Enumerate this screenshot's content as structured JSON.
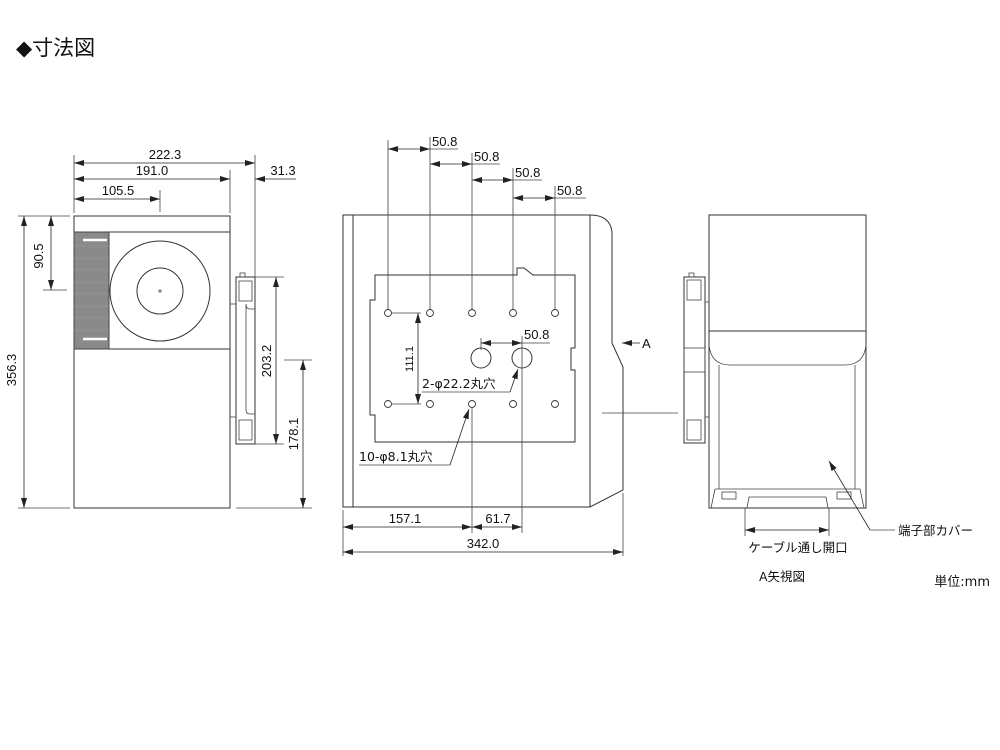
{
  "title": "◆寸法図",
  "side_view": {
    "dim_width_total": "222.3",
    "dim_width_body": "191.0",
    "dim_bracket_depth": "31.3",
    "dim_center": "105.5",
    "dim_height": "356.3",
    "dim_top_center": "90.5",
    "dim_bracket_height": "203.2",
    "dim_bracket_bottom": "178.1"
  },
  "front_view": {
    "pitch_1": "50.8",
    "pitch_2": "50.8",
    "pitch_3": "50.8",
    "pitch_4": "50.8",
    "hole_row_spacing": "111.1",
    "large_hole_pitch": "50.8",
    "large_hole_note": "2-φ22.2丸穴",
    "small_hole_note": "10-φ8.1丸穴",
    "dim_left_to_hole": "157.1",
    "dim_hole_to_hole": "61.7",
    "dim_total_width": "342.0",
    "view_arrow_label": "A"
  },
  "arrow_view": {
    "cable_opening_label": "ケーブル通し開口",
    "terminal_cover_label": "端子部カバー",
    "caption": "A矢視図"
  },
  "unit_label": "単位:mm"
}
